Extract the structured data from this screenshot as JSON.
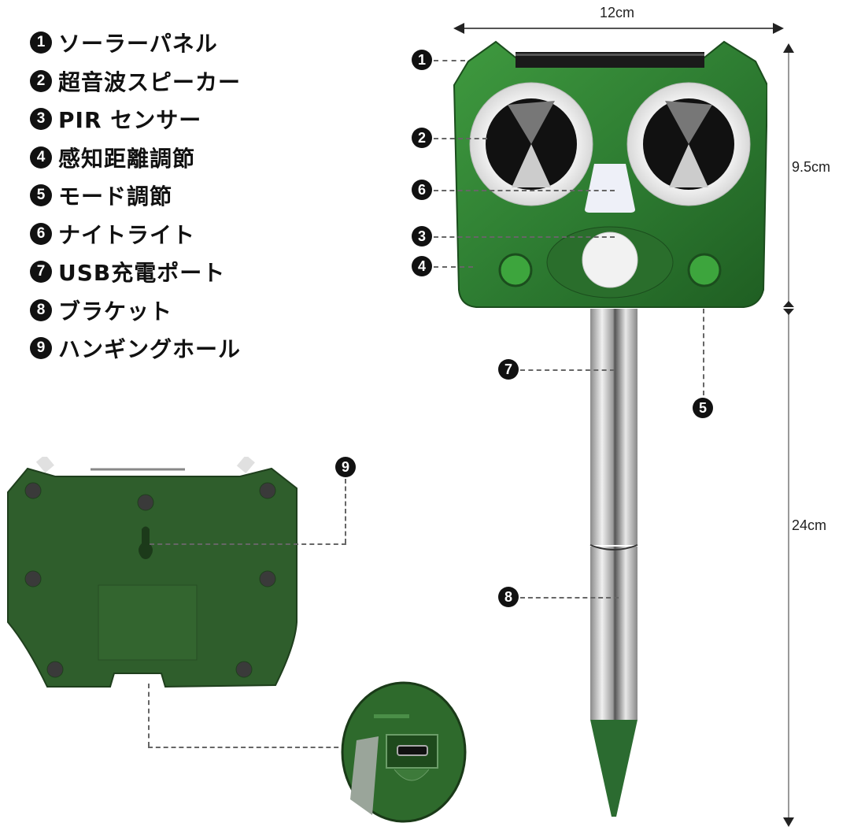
{
  "legend": {
    "items": [
      {
        "num": "1",
        "label": "ソーラーパネル"
      },
      {
        "num": "2",
        "label": "超音波スピーカー"
      },
      {
        "num": "3",
        "label": "PIR センサー"
      },
      {
        "num": "4",
        "label": "感知距離調節"
      },
      {
        "num": "5",
        "label": "モード調節"
      },
      {
        "num": "6",
        "label": "ナイトライト"
      },
      {
        "num": "7",
        "label": "USB充電ポート"
      },
      {
        "num": "8",
        "label": "ブラケット"
      },
      {
        "num": "9",
        "label": "ハンギングホール"
      }
    ]
  },
  "dimensions": {
    "width": "12cm",
    "head_height": "9.5cm",
    "stake_length": "24cm"
  },
  "callouts": {
    "c1": "1",
    "c2": "2",
    "c3": "3",
    "c4": "4",
    "c5": "5",
    "c6": "6",
    "c7": "7",
    "c8": "8",
    "c9": "9"
  },
  "colors": {
    "body_green": "#2e7d32",
    "back_green": "#2f5e2c",
    "stake_silver": "#c8c8c8",
    "callout_black": "#111111"
  }
}
